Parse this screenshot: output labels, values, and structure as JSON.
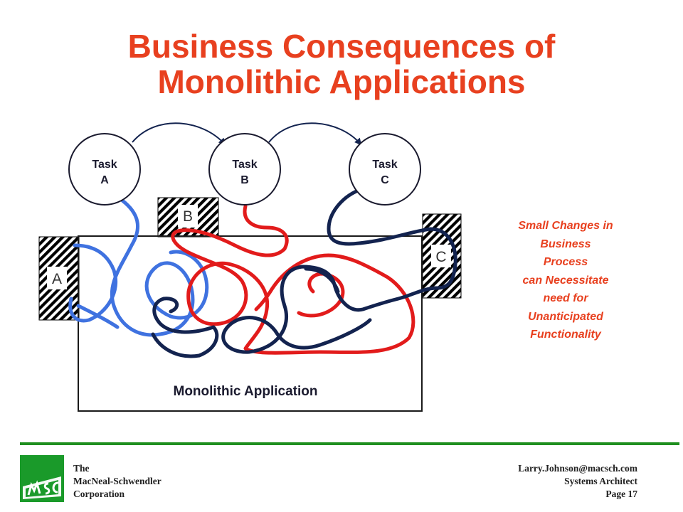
{
  "title": {
    "line1": "Business Consequences of",
    "line2": "Monolithic Applications"
  },
  "tasks": [
    {
      "line1": "Task",
      "line2": "A"
    },
    {
      "line1": "Task",
      "line2": "B"
    },
    {
      "line1": "Task",
      "line2": "C"
    }
  ],
  "tabs": {
    "a": "A",
    "b": "B",
    "c": "C"
  },
  "application": {
    "label": "Monolithic Application"
  },
  "note": {
    "lines": [
      "Small Changes in",
      "Business",
      "Process",
      "can Necessitate",
      "need for",
      "Unanticipated",
      "Functionality"
    ]
  },
  "footer": {
    "left": [
      "The",
      "MacNeal-Schwendler",
      "Corporation"
    ],
    "right": [
      "Larry.Johnson@macsch.com",
      "Systems Architect",
      "Page 17"
    ]
  },
  "colors": {
    "title": "#e8401f",
    "blue_strand": "#3f72e0",
    "red_strand": "#e21b1b",
    "navy_strand": "#13234f",
    "rule": "#1f8f1f",
    "logo_green": "#1a9a2a"
  }
}
